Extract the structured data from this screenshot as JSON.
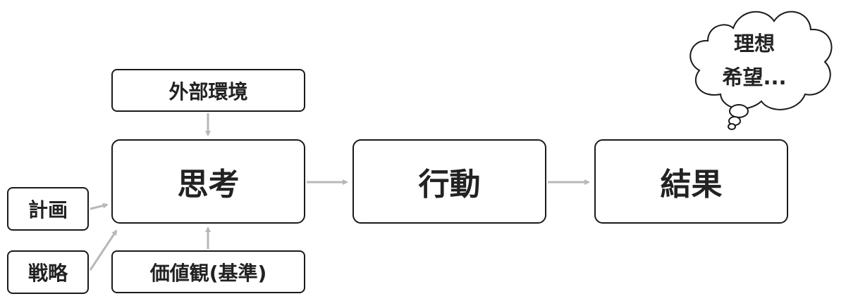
{
  "diagram": {
    "nodes": {
      "external": "外部環境",
      "values": "価値観(基準)",
      "plan": "計画",
      "strategy": "戦略",
      "thinking": "思考",
      "action": "行動",
      "result": "結果"
    },
    "thought_bubble": {
      "line1": "理想",
      "line2": "希望..."
    },
    "edges": [
      {
        "from": "external",
        "to": "thinking"
      },
      {
        "from": "values",
        "to": "thinking"
      },
      {
        "from": "plan",
        "to": "thinking"
      },
      {
        "from": "strategy",
        "to": "thinking"
      },
      {
        "from": "thinking",
        "to": "action"
      },
      {
        "from": "action",
        "to": "result"
      }
    ],
    "colors": {
      "box_border": "#1a1a1a",
      "arrow": "#b8b8b8",
      "text": "#222222"
    }
  }
}
